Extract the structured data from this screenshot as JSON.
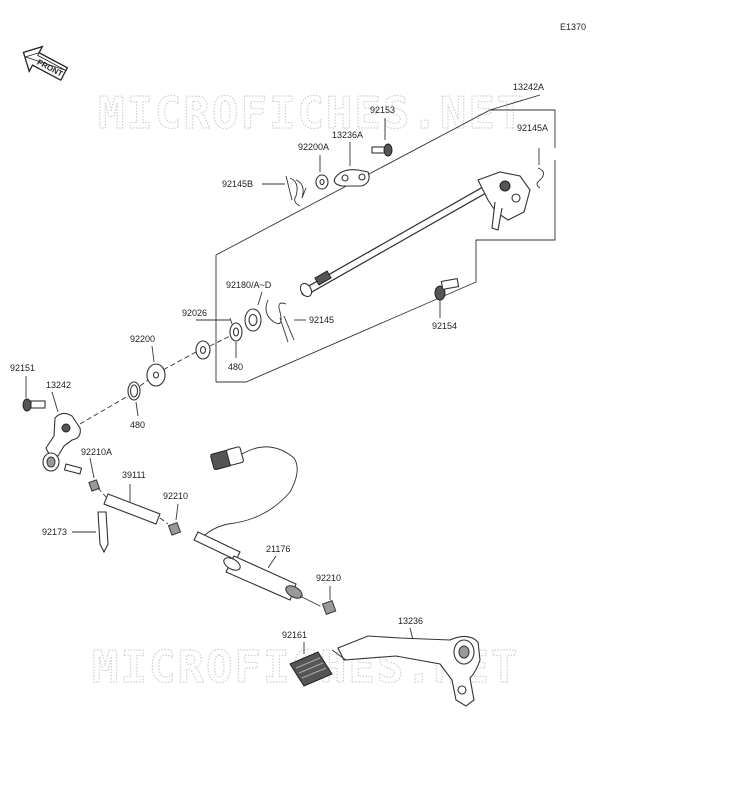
{
  "diagram": {
    "code": "E1370",
    "front_label": "FRONT",
    "watermark": "MICROFICHES.NET",
    "labels": {
      "p13242A": "13242A",
      "p92153": "92153",
      "p13236A": "13236A",
      "p92200A": "92200A",
      "p92145A": "92145A",
      "p92145B": "92145B",
      "p92180": "92180/A~D",
      "p92026": "92026",
      "p92145": "92145",
      "p92154": "92154",
      "p92200": "92200",
      "p480a": "480",
      "p480b": "480",
      "p92151": "92151",
      "p13242": "13242",
      "p92210A": "92210A",
      "p39111": "39111",
      "p92210a": "92210",
      "p92173": "92173",
      "p21176": "21176",
      "p92210b": "92210",
      "p92161": "92161",
      "p13236": "13236"
    }
  }
}
